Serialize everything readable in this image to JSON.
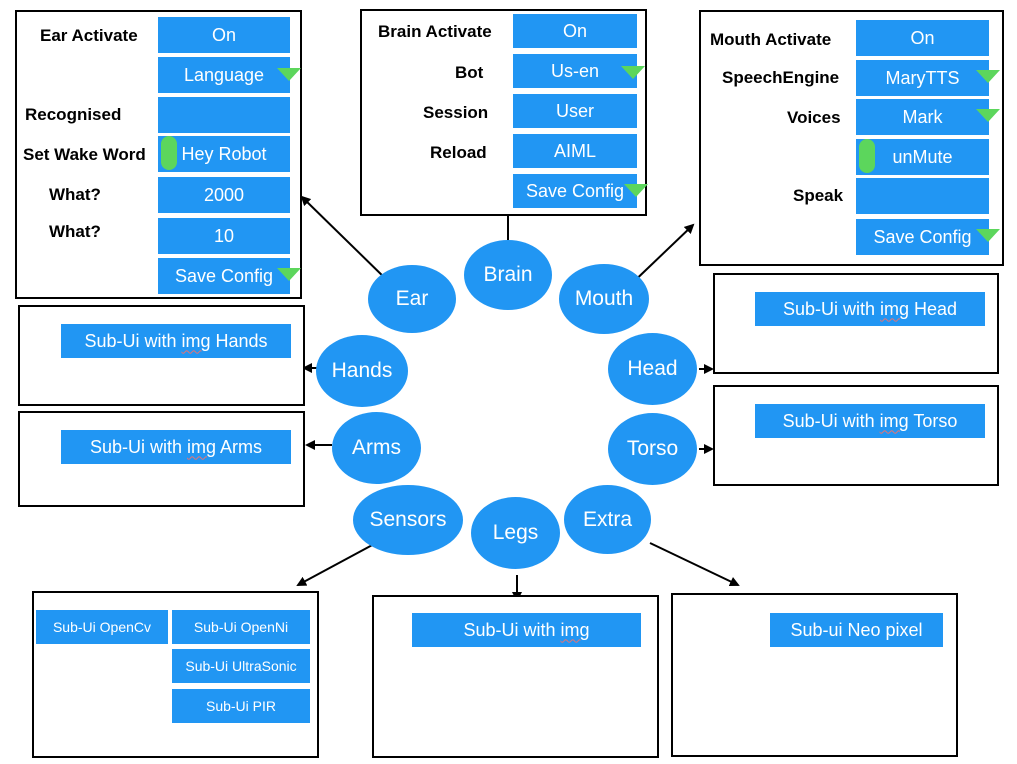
{
  "ear_panel": {
    "activate_label": "Ear Activate",
    "activate_value": "On",
    "language_button": "Language",
    "recognised_label": "Recognised",
    "recognised_value": "",
    "wake_label": "Set Wake Word",
    "wake_value": "Hey Robot",
    "what1_label": "What?",
    "what1_value": "2000",
    "what2_label": "What?",
    "what2_value": "10",
    "save_button": "Save Config"
  },
  "brain_panel": {
    "activate_label": "Brain Activate",
    "activate_value": "On",
    "bot_label": "Bot",
    "bot_value": "Us-en",
    "session_label": "Session",
    "session_value": "User",
    "reload_label": "Reload",
    "reload_value": "AIML",
    "save_button": "Save Config"
  },
  "mouth_panel": {
    "activate_label": "Mouth Activate",
    "activate_value": "On",
    "engine_label": "SpeechEngine",
    "engine_value": "MaryTTS",
    "voices_label": "Voices",
    "voices_value": "Mark",
    "mute_button": "unMute",
    "speak_label": "Speak",
    "speak_value": "",
    "save_button": "Save Config"
  },
  "subui": {
    "head_prefix": "Sub-Ui with ",
    "head_img": "img",
    "head_suffix": " Head",
    "hands_prefix": "Sub-Ui with ",
    "hands_img": "img",
    "hands_suffix": " Hands",
    "torso_prefix": "Sub-Ui with ",
    "torso_img": "img",
    "torso_suffix": " Torso",
    "arms_prefix": "Sub-Ui with ",
    "arms_img": "img",
    "arms_suffix": " Arms",
    "legs_prefix": "Sub-Ui with ",
    "legs_img": "img",
    "opencv": "Sub-Ui OpenCv",
    "openni": "Sub-Ui OpenNi",
    "ultrasonic": "Sub-Ui UltraSonic",
    "pir": "Sub-Ui PIR",
    "neopixel": "Sub-ui Neo pixel"
  },
  "nodes": {
    "ear": "Ear",
    "brain": "Brain",
    "mouth": "Mouth",
    "hands": "Hands",
    "head": "Head",
    "arms": "Arms",
    "torso": "Torso",
    "sensors": "Sensors",
    "legs": "Legs",
    "extra": "Extra"
  },
  "colors": {
    "button": "#2196f3",
    "accent": "#5cd65c",
    "border": "#000000"
  },
  "icons": {
    "dropdown": "dropdown-triangle-icon",
    "toggle": "toggle-pill-icon"
  }
}
